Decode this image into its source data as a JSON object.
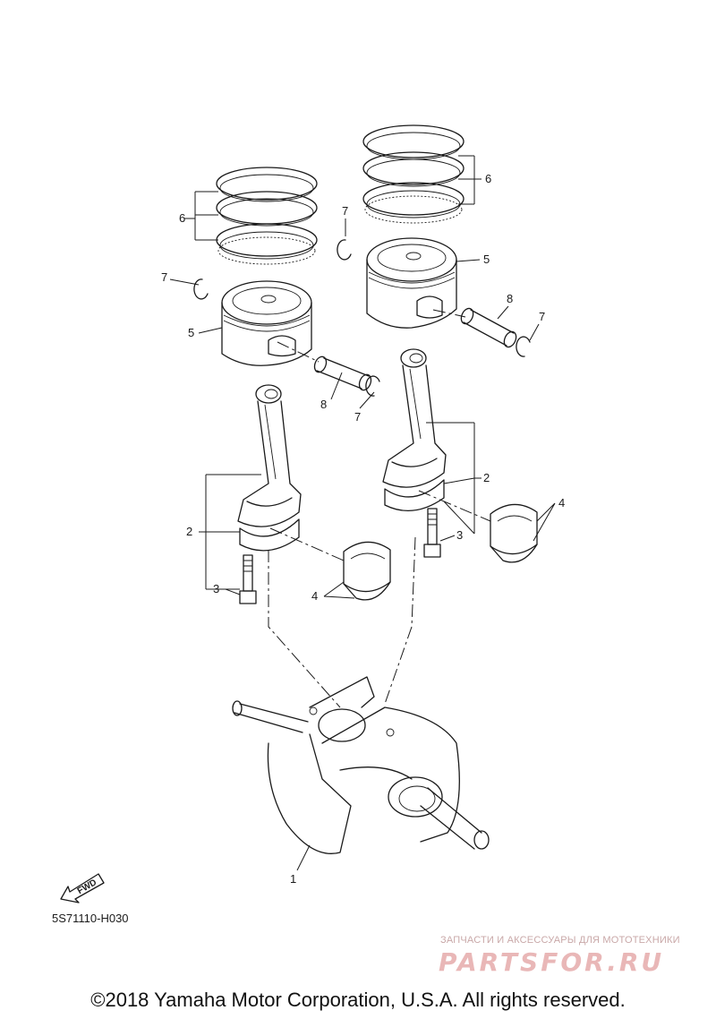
{
  "diagram": {
    "code": "5S71110-H030",
    "copyright": "©2018 Yamaha Motor Corporation, U.S.A. All rights reserved.",
    "fwd_label": "FWD",
    "watermark": {
      "tagline": "ЗАПЧАСТИ И АКСЕССУАРЫ ДЛЯ МОТОТЕХНИКИ",
      "logo": "PARTSFOR.RU"
    },
    "callouts": {
      "c1": "1",
      "c2_left": "2",
      "c2_right": "2",
      "c3_left": "3",
      "c3_right": "3",
      "c4_left": "4",
      "c4_right": "4",
      "c5_left": "5",
      "c5_right": "5",
      "c6_left": "6",
      "c6_right": "6",
      "c7_left_top": "7",
      "c7_left_bottom": "7",
      "c7_right_top": "7",
      "c7_right_bottom": "7",
      "c8_left": "8",
      "c8_right": "8"
    }
  }
}
